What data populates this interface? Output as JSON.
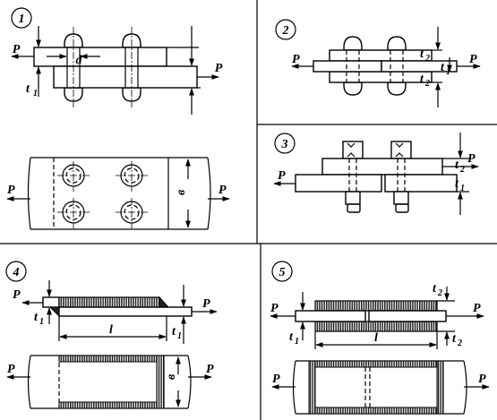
{
  "panels": [
    {
      "number": "1",
      "labels": {
        "p_left": "P",
        "p_right": "P",
        "d": "d",
        "t1": "t",
        "t1_sub": "1",
        "p_plan_left": "P",
        "p_plan_right": "P",
        "width": "в"
      }
    },
    {
      "number": "2",
      "labels": {
        "p_left": "P",
        "p_right": "P",
        "t1": "t",
        "t1_sub": "1",
        "t2a": "t",
        "t2a_sub": "2",
        "t2b": "t",
        "t2b_sub": "2"
      }
    },
    {
      "number": "3",
      "labels": {
        "p_left": "P",
        "p_right": "P",
        "t1": "t",
        "t1_sub": "1",
        "t2": "t",
        "t2_sub": "2"
      }
    },
    {
      "number": "4",
      "labels": {
        "p_left": "P",
        "p_right": "P",
        "t1a": "t",
        "t1a_sub": "1",
        "t1b": "t",
        "t1b_sub": "1",
        "l": "l",
        "p_plan_left": "P",
        "p_plan_right": "P",
        "width": "в"
      }
    },
    {
      "number": "5",
      "labels": {
        "p_left": "P",
        "p_right": "P",
        "t1": "t",
        "t1_sub": "1",
        "t2a": "t",
        "t2a_sub": "2",
        "t2b": "t",
        "t2b_sub": "2",
        "l": "l",
        "p_plan_left": "P",
        "p_plan_right": "P"
      }
    }
  ]
}
